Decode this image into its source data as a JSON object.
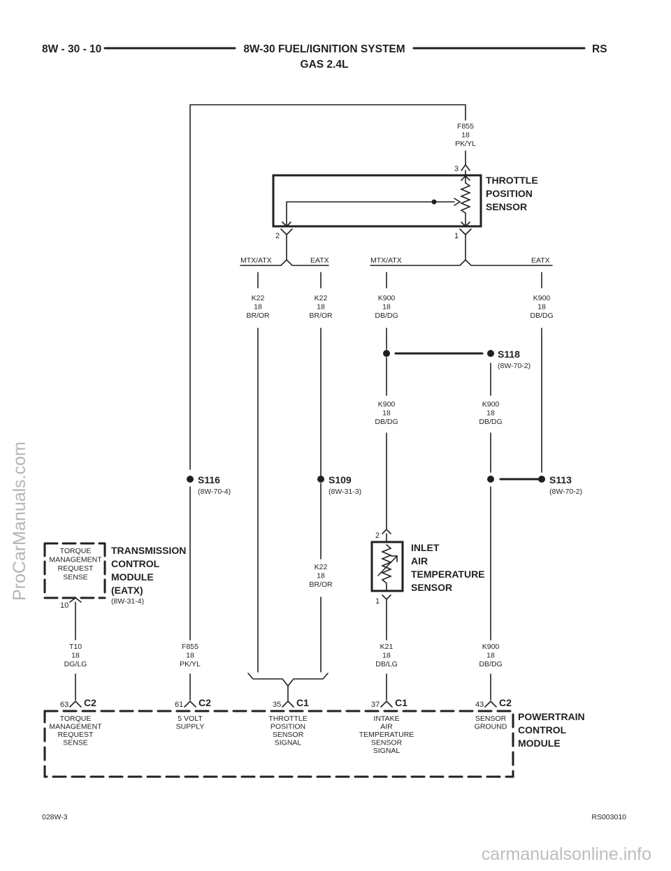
{
  "header": {
    "left": "8W - 30 - 10",
    "title": "8W-30 FUEL/IGNITION SYSTEM",
    "subtitle": "GAS 2.4L",
    "right": "RS"
  },
  "footer": {
    "left": "028W-3",
    "right": "RS003010"
  },
  "watermarks": {
    "side": "ProCarManuals.com",
    "bottom": "carmanualsonline.info"
  },
  "components": {
    "tps": {
      "name": "THROTTLE\nPOSITION\nSENSOR",
      "pin_top": "3",
      "pin_left": "2",
      "pin_right": "1"
    },
    "iat": {
      "name": "INLET\nAIR\nTEMPERATURE\nSENSOR",
      "pin_top": "2",
      "pin_bottom": "1"
    },
    "tcm": {
      "name": "TRANSMISSION\nCONTROL\nMODULE\n(EATX)",
      "ref": "(8W-31-4)",
      "box_text": "TORQUE\nMANAGEMENT\nREQUEST\nSENSE",
      "pin": "10"
    },
    "pcm": {
      "name": "POWERTRAIN\nCONTROL\nMODULE"
    }
  },
  "wires": {
    "f855_top": "F855\n18\nPK/YL",
    "f855_bottom": "F855\n18\nPK/YL",
    "k22_mtx": "K22\n18\nBR/OR",
    "k22_eatx": "K22\n18\nBR/OR",
    "k22_lower": "K22\n18\nBR/OR",
    "k900_mtx": "K900\n18\nDB/DG",
    "k900_eatx": "K900\n18\nDB/DG",
    "k900_mid_left": "K900\n18\nDB/DG",
    "k900_mid_right": "K900\n18\nDB/DG",
    "k900_bottom": "K900\n18\nDB/DG",
    "k21": "K21\n18\nDB/LG",
    "t10": "T10\n18\nDG/LG"
  },
  "options": {
    "mtx_atx_1": "MTX/ATX",
    "eatx_1": "EATX",
    "mtx_atx_2": "MTX/ATX",
    "eatx_2": "EATX"
  },
  "splices": [
    {
      "id": "S116",
      "ref": "(8W-70-4)"
    },
    {
      "id": "S109",
      "ref": "(8W-31-3)"
    },
    {
      "id": "S118",
      "ref": "(8W-70-2)"
    },
    {
      "id": "S113",
      "ref": "(8W-70-2)"
    }
  ],
  "pcm_pins": [
    {
      "pin": "63",
      "connector": "C2",
      "desc": "TORQUE\nMANAGEMENT\nREQUEST\nSENSE"
    },
    {
      "pin": "61",
      "connector": "C2",
      "desc": "5 VOLT\nSUPPLY"
    },
    {
      "pin": "35",
      "connector": "C1",
      "desc": "THROTTLE\nPOSITION\nSENSOR\nSIGNAL"
    },
    {
      "pin": "37",
      "connector": "C1",
      "desc": "INTAKE\nAIR\nTEMPERATURE\nSENSOR\nSIGNAL"
    },
    {
      "pin": "43",
      "connector": "C2",
      "desc": "SENSOR\nGROUND"
    }
  ],
  "colors": {
    "ink": "#231f20",
    "watermark": "#b5b5b5"
  }
}
